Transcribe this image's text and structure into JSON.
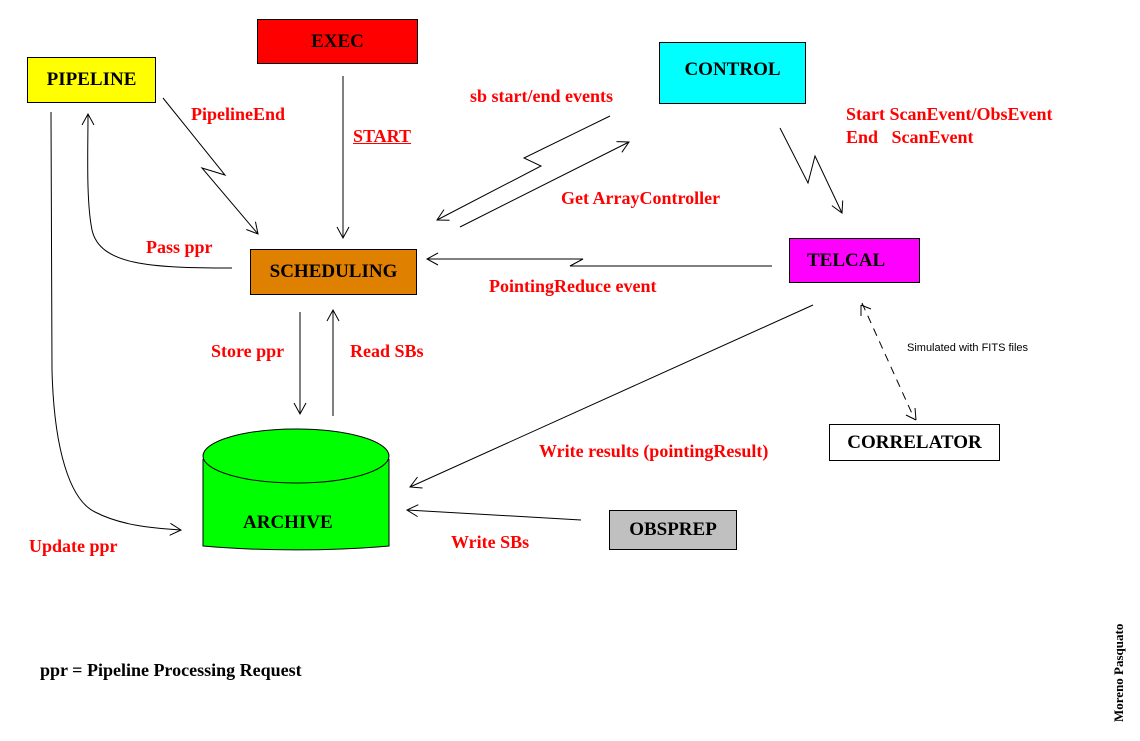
{
  "diagram": {
    "nodes": {
      "pipeline": {
        "label": "PIPELINE",
        "color": "#ffff00"
      },
      "exec": {
        "label": "EXEC",
        "color": "#ff0000"
      },
      "control": {
        "label": "CONTROL",
        "color": "#00ffff"
      },
      "scheduling": {
        "label": "SCHEDULING",
        "color": "#e08000"
      },
      "telcal": {
        "label": "TELCAL",
        "color": "#ff00ff"
      },
      "correlator": {
        "label": "CORRELATOR",
        "color": "#ffffff"
      },
      "archive": {
        "label": "ARCHIVE",
        "color": "#00ff00"
      },
      "obsprep": {
        "label": "OBSPREP",
        "color": "#c0c0c0"
      }
    },
    "edge_labels": {
      "pipeline_end": "PipelineEnd",
      "start": "START",
      "sb_events": "sb start/end events",
      "scan_event_1": "Start ScanEvent/ObsEvent",
      "scan_event_2": "End   ScanEvent",
      "get_array_controller": "Get ArrayController",
      "pass_ppr": "Pass ppr",
      "pointing_reduce": "PointingReduce event",
      "store_ppr": "Store ppr",
      "read_sbs": "Read SBs",
      "simulated": "Simulated with FITS files",
      "write_results": "Write results (pointingResult)",
      "update_ppr": "Update ppr",
      "write_sbs": "Write SBs"
    },
    "legend": "ppr = Pipeline Processing Request",
    "author": "Moreno Pasquato"
  }
}
